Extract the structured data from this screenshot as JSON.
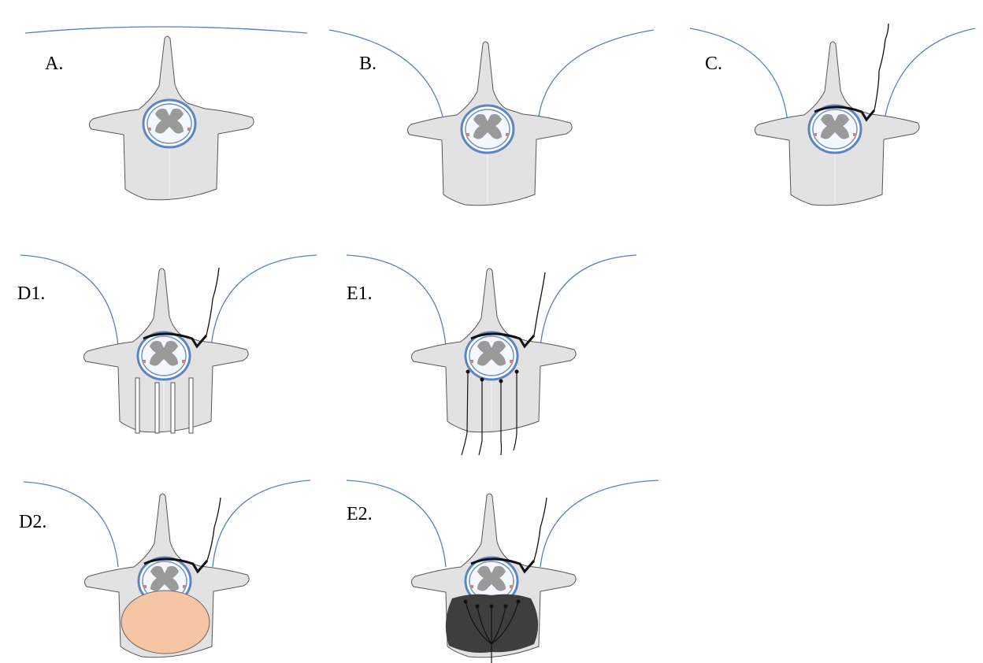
{
  "figure": {
    "panels": [
      {
        "id": "A",
        "label": "A."
      },
      {
        "id": "B",
        "label": "B."
      },
      {
        "id": "C",
        "label": "C."
      },
      {
        "id": "D1",
        "label": "D1."
      },
      {
        "id": "E1",
        "label": "E1."
      },
      {
        "id": "D2",
        "label": "D2."
      },
      {
        "id": "E2",
        "label": "E2."
      }
    ],
    "colors": {
      "bone": "#e2e2e2",
      "bone_outline": "#555555",
      "canal_ring": "#5b86c2",
      "canal_inner": "#ffffff",
      "cord_gray": "#9a9a9a",
      "nerve_root": "#c98a7a",
      "muscle_line": "#5b7fc4",
      "implant_fill": "#f6c5a4",
      "dark_fill": "#3e3e3e",
      "wire": "#111111"
    }
  }
}
